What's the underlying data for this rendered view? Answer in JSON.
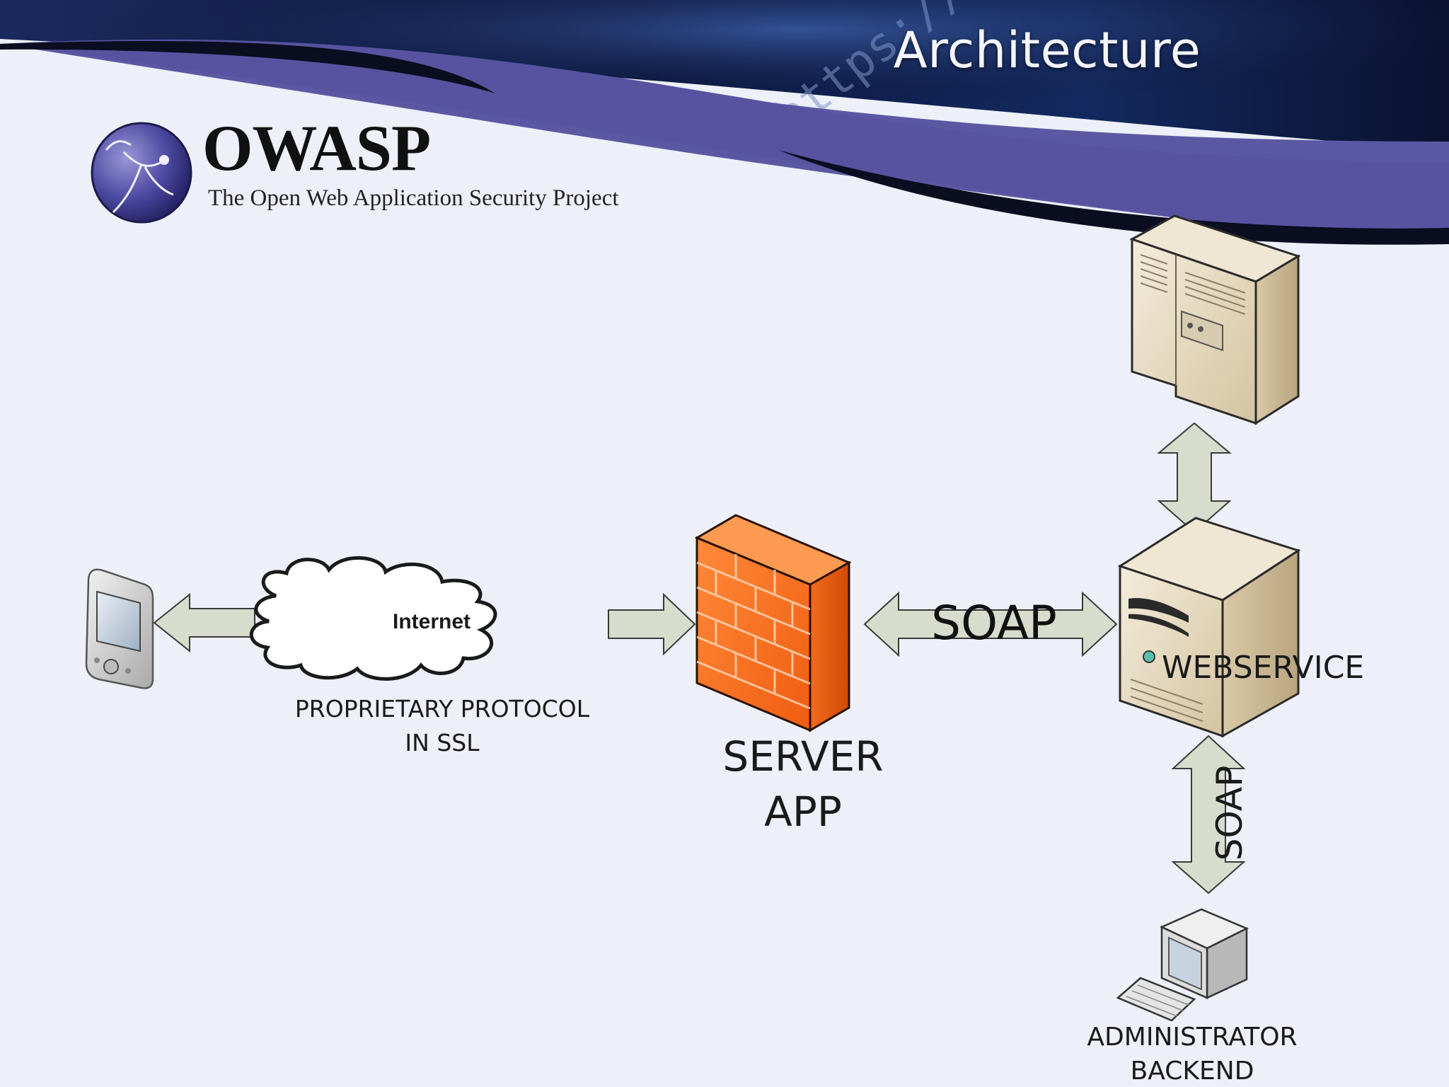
{
  "slide": {
    "title": "Architecture"
  },
  "logo": {
    "name": "OWASP",
    "tagline": "The Open Web Application Security Project",
    "icon": "owasp-wasp-globe-icon",
    "background_text": "https://www"
  },
  "diagram": {
    "nodes": {
      "mobile_device": {
        "icon": "pda-device-icon"
      },
      "internet": {
        "label": "Internet",
        "icon": "cloud-icon"
      },
      "server_app": {
        "label_line1": "SERVER",
        "label_line2": "APP",
        "icon": "firewall-icon"
      },
      "webservice": {
        "label": "WEBSERVICE",
        "icon": "server-tower-icon"
      },
      "database_server": {
        "icon": "database-server-icon"
      },
      "admin_backend": {
        "label_line1": "ADMINISTRATOR",
        "label_line2": "BACKEND",
        "icon": "desktop-computer-icon"
      }
    },
    "connections": {
      "device_internet": {},
      "internet_server": {},
      "server_webservice": {
        "label": "SOAP"
      },
      "webservice_database": {},
      "webservice_admin": {
        "label": "SOAP"
      }
    },
    "protocol_note": {
      "line1": "PROPRIETARY PROTOCOL",
      "line2": "IN SSL"
    }
  },
  "colors": {
    "header_dark": "#0b1433",
    "header_band": "#5b58a3",
    "slide_background": "#eef0f9",
    "arrow_fill": "#d7dccc",
    "firewall_orange": "#f26b1d",
    "server_beige": "#e4d8bf"
  }
}
